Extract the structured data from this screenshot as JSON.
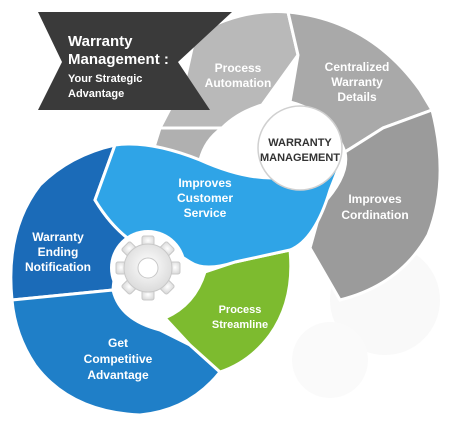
{
  "banner": {
    "title_line1": "Warranty",
    "title_line2": "Management :",
    "subtitle_line1": "Your Strategic",
    "subtitle_line2": "Advantage"
  },
  "center": {
    "line1": "WARRANTY",
    "line2": "MANAGEMENT"
  },
  "segments": {
    "process_automation": [
      "Process",
      "Automation"
    ],
    "centralized_details": [
      "Centralized",
      "Warranty",
      "Details"
    ],
    "improves_coordination": [
      "Improves",
      "Cordination"
    ],
    "improves_customer_service": [
      "Improves",
      "Customer",
      "Service"
    ],
    "warranty_ending_notification": [
      "Warranty",
      "Ending",
      "Notification"
    ],
    "get_competitive_advantage": [
      "Get",
      "Competitive",
      "Advantage"
    ],
    "process_streamline": [
      "Process",
      "Streamline"
    ]
  },
  "colors": {
    "banner": "#3a3a3a",
    "gray_light": "#b9b9b9",
    "gray_mid": "#a9a9a9",
    "gray_dark": "#9b9b9b",
    "blue_light": "#2fa4e7",
    "blue_dark": "#1b6bb8",
    "blue_mid": "#1f7fc8",
    "green": "#7dbb2f"
  }
}
